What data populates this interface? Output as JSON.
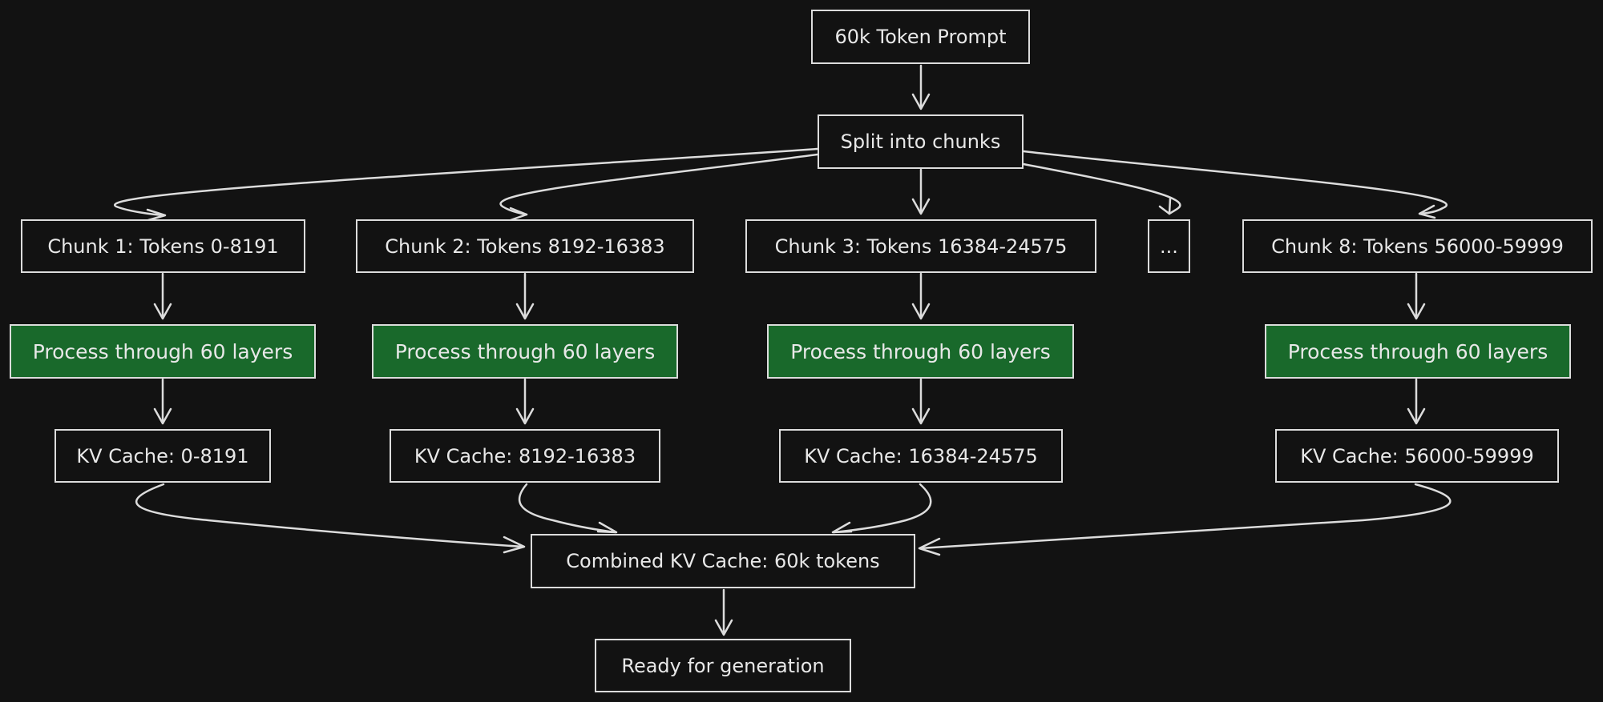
{
  "diagram": {
    "prompt": "60k Token Prompt",
    "split": "Split into chunks",
    "ellipsis": "...",
    "chunks": [
      {
        "chunk": "Chunk 1: Tokens 0-8191",
        "process": "Process through 60 layers",
        "cache": "KV Cache: 0-8191"
      },
      {
        "chunk": "Chunk 2: Tokens 8192-16383",
        "process": "Process through 60 layers",
        "cache": "KV Cache: 8192-16383"
      },
      {
        "chunk": "Chunk 3: Tokens 16384-24575",
        "process": "Process through 60 layers",
        "cache": "KV Cache: 16384-24575"
      },
      {
        "chunk": "Chunk 8: Tokens 56000-59999",
        "process": "Process through 60 layers",
        "cache": "KV Cache: 56000-59999"
      }
    ],
    "combined": "Combined KV Cache: 60k tokens",
    "ready": "Ready for generation"
  },
  "colors": {
    "background": "#121212",
    "stroke": "#dcdcdc",
    "text": "#e8e8e8",
    "process_fill": "#19692b"
  }
}
